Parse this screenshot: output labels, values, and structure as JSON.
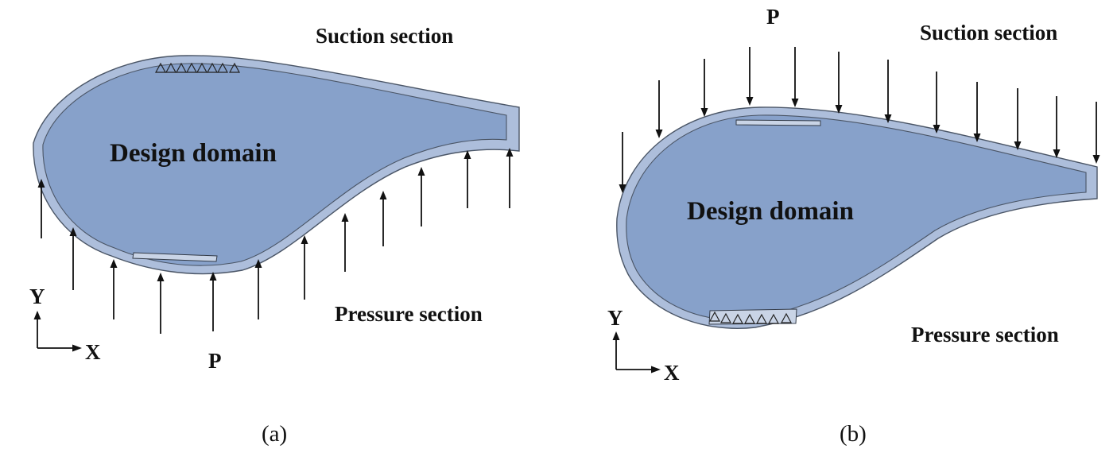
{
  "panel_a": {
    "suction_label": "Suction section",
    "pressure_label": "Pressure section",
    "domain_label": "Design domain",
    "load_label": "P",
    "axis_y": "Y",
    "axis_x": "X",
    "caption": "(a)"
  },
  "panel_b": {
    "suction_label": "Suction section",
    "pressure_label": "Pressure section",
    "domain_label": "Design domain",
    "load_label": "P",
    "axis_y": "Y",
    "axis_x": "X",
    "caption": "(b)"
  },
  "colors": {
    "domain": "#87a1ca",
    "shell": "#adbedb",
    "outline": "#4a5566"
  }
}
